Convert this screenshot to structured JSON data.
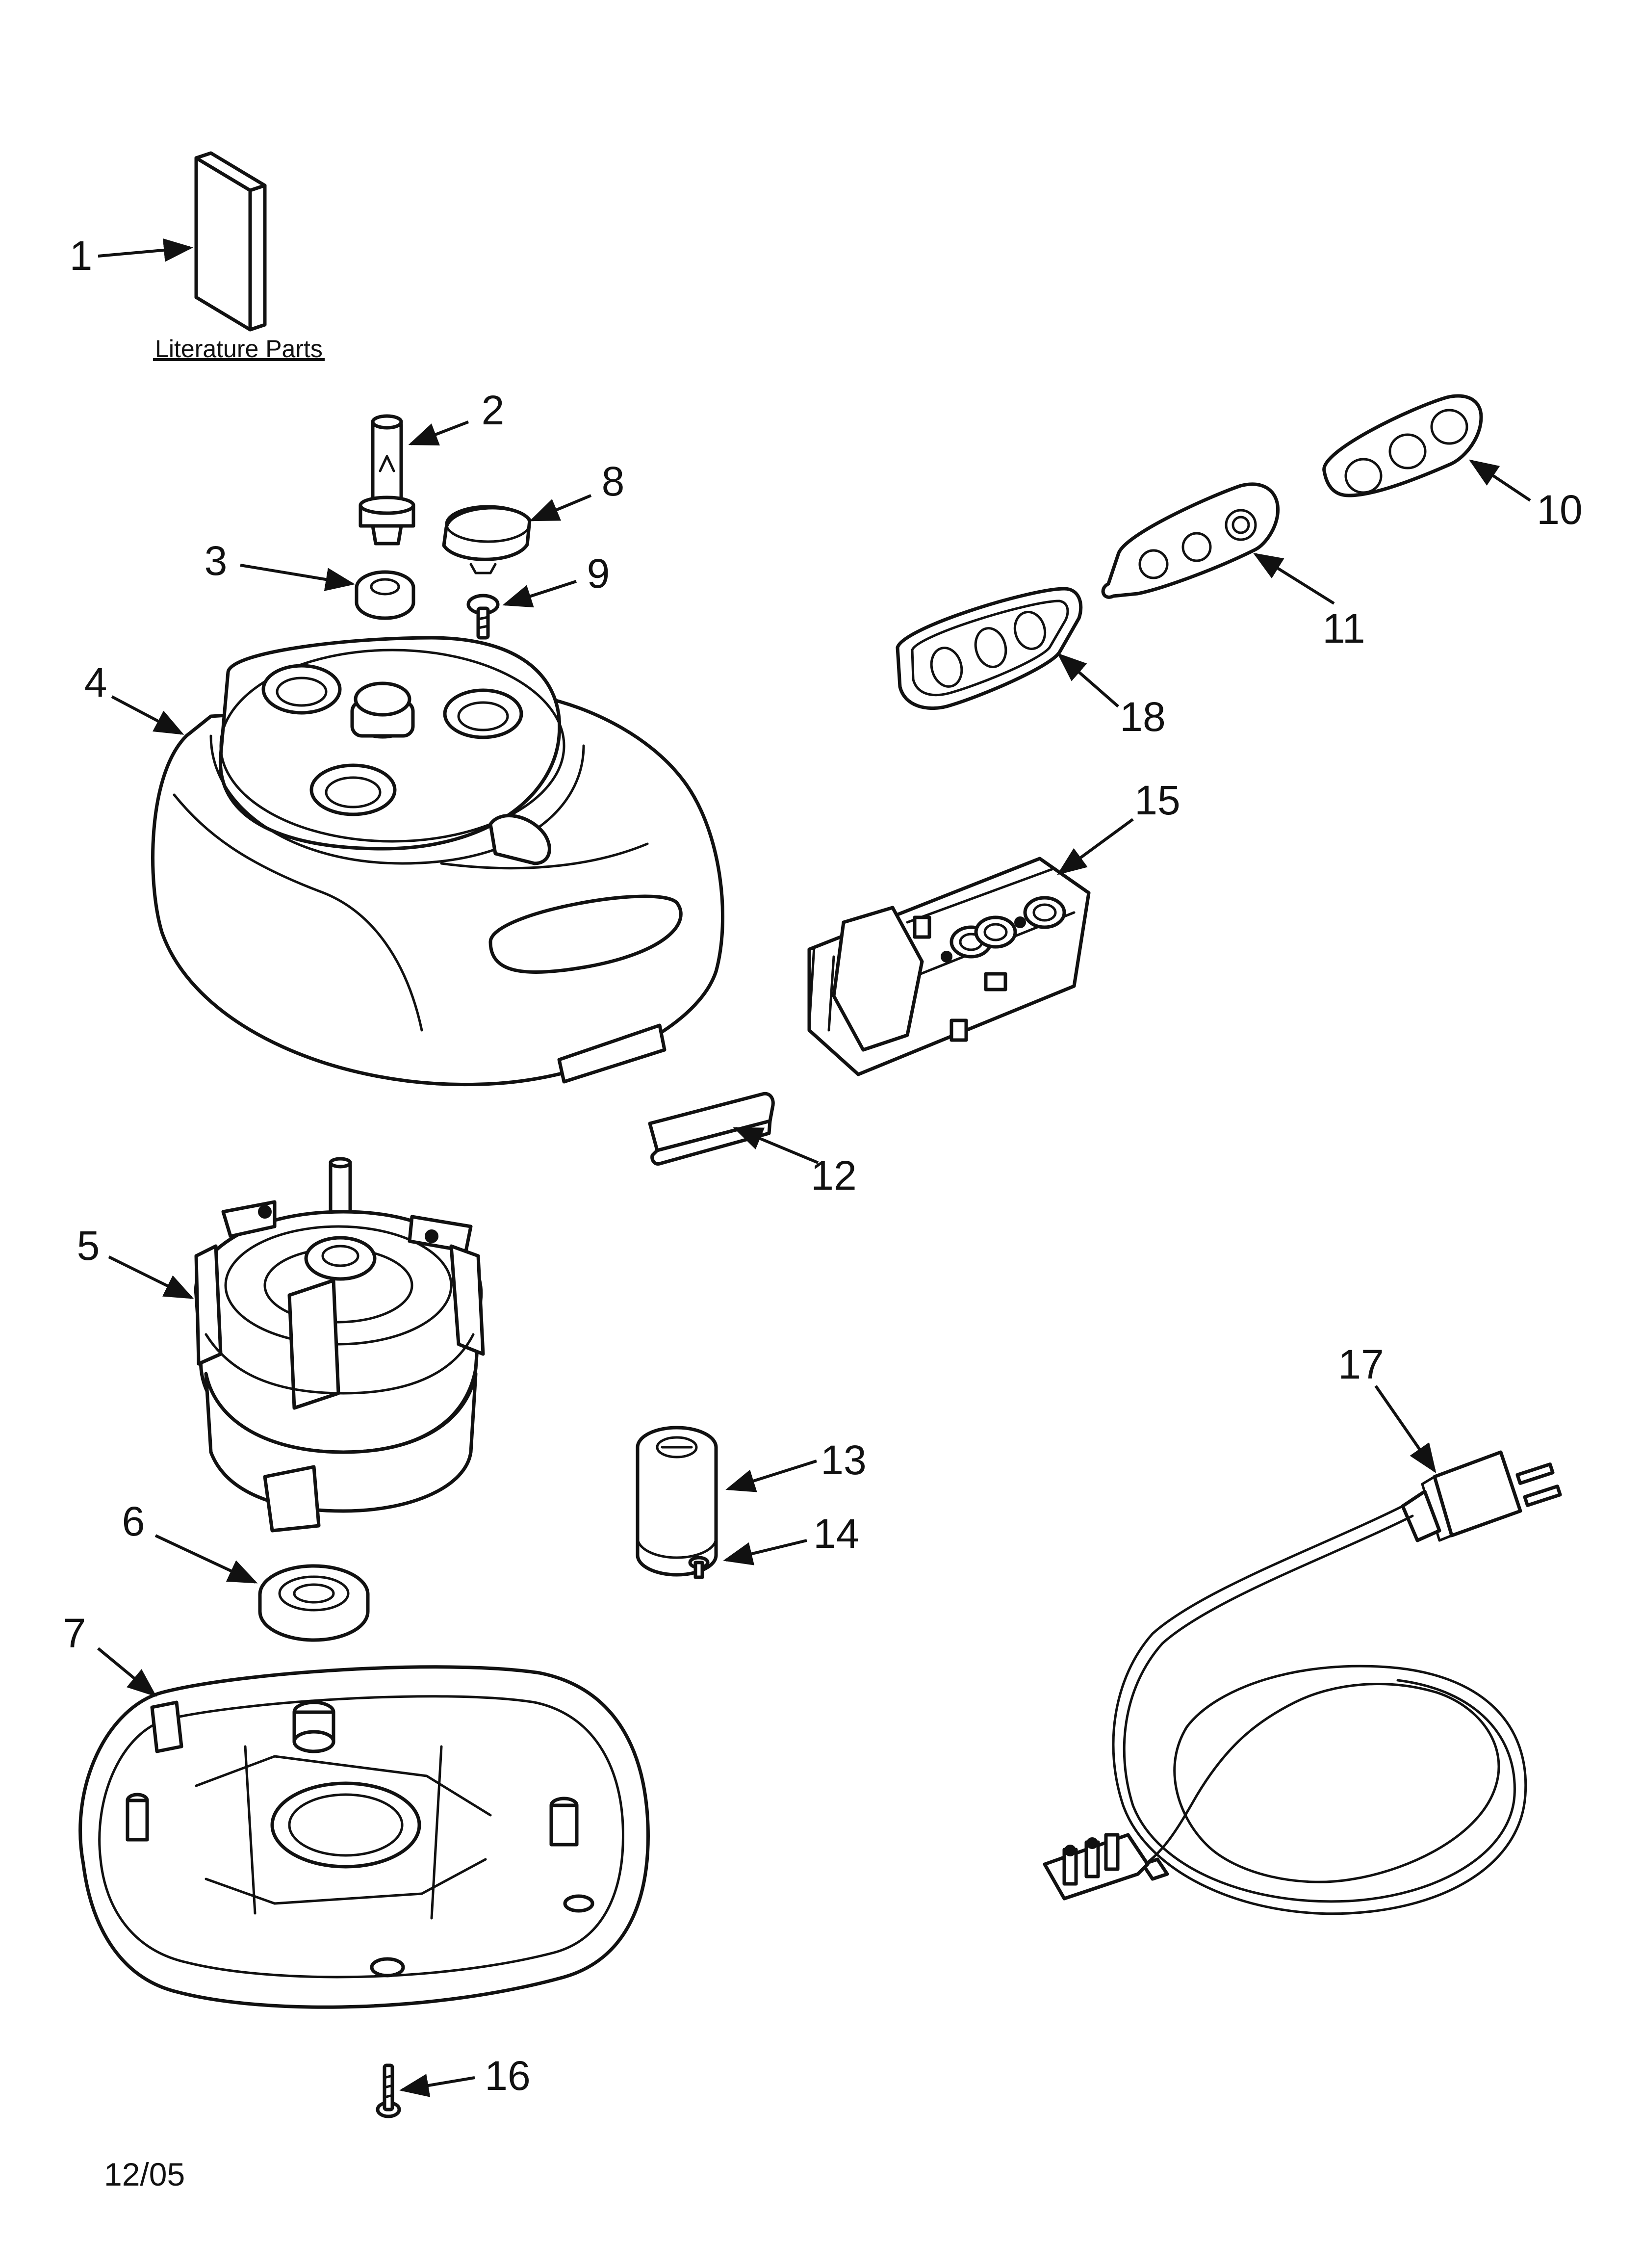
{
  "literature_caption": "Literature Parts",
  "date_code": "12/05",
  "callouts": [
    {
      "id": "1",
      "label": "1"
    },
    {
      "id": "2",
      "label": "2"
    },
    {
      "id": "3",
      "label": "3"
    },
    {
      "id": "4",
      "label": "4"
    },
    {
      "id": "5",
      "label": "5"
    },
    {
      "id": "6",
      "label": "6"
    },
    {
      "id": "7",
      "label": "7"
    },
    {
      "id": "8",
      "label": "8"
    },
    {
      "id": "9",
      "label": "9"
    },
    {
      "id": "10",
      "label": "10"
    },
    {
      "id": "11",
      "label": "11"
    },
    {
      "id": "12",
      "label": "12"
    },
    {
      "id": "13",
      "label": "13"
    },
    {
      "id": "14",
      "label": "14"
    },
    {
      "id": "15",
      "label": "15"
    },
    {
      "id": "16",
      "label": "16"
    },
    {
      "id": "17",
      "label": "17"
    },
    {
      "id": "18",
      "label": "18"
    }
  ]
}
